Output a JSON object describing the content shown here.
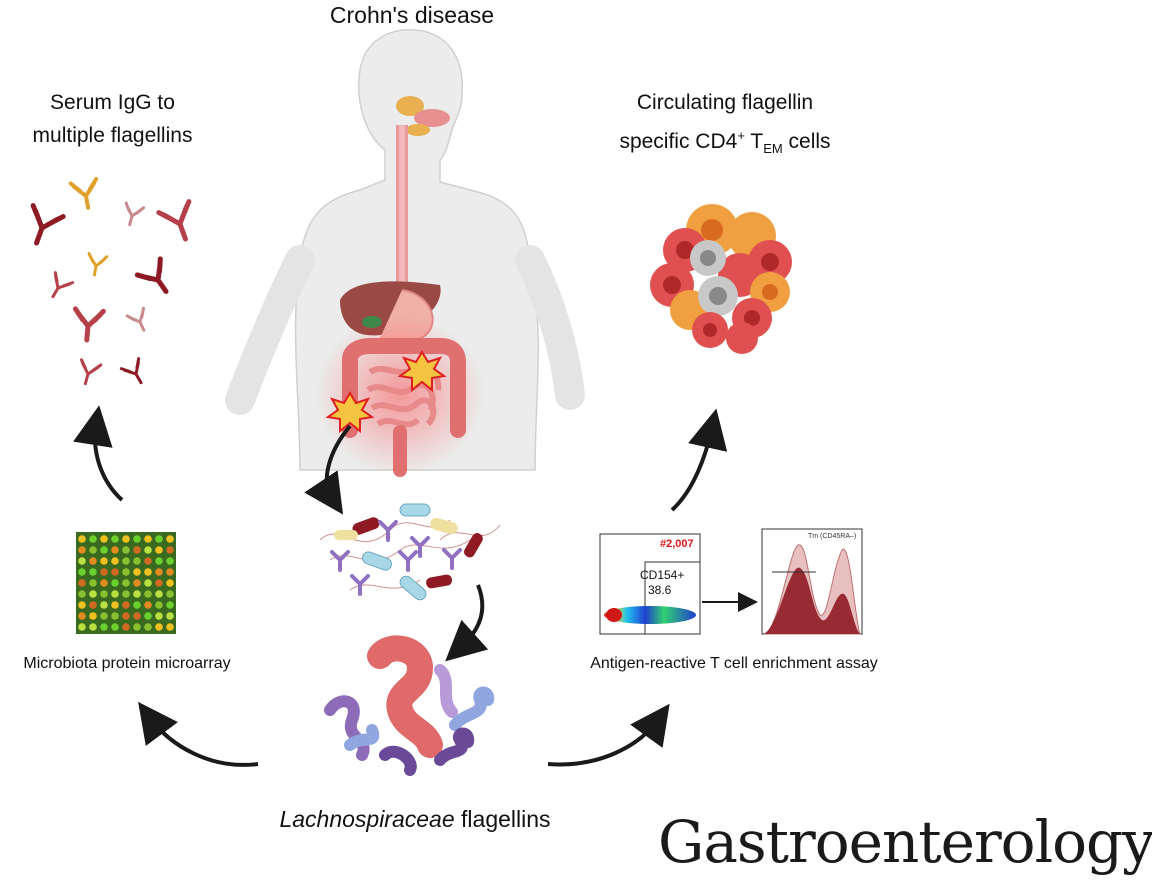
{
  "title": "Crohn's disease",
  "left_panel": {
    "heading_line1": "Serum IgG to",
    "heading_line2": "multiple flagellins",
    "method_label": "Microbiota protein microarray"
  },
  "right_panel": {
    "heading_line1": "Circulating flagellin",
    "heading_line2_prefix": "specific CD4",
    "heading_line2_sup": "+",
    "heading_line2_mid": " T",
    "heading_line2_sub": "EM",
    "heading_line2_suffix": " cells",
    "method_label": "Antigen-reactive T cell enrichment assay",
    "flow_plot": {
      "event_count": "#2,007",
      "gate_name": "CD154+",
      "gate_value": "38.6"
    },
    "histogram_gate": "Tm (CD45RA–)"
  },
  "bottom": {
    "flagellin_italic": "Lachnospiraceae",
    "flagellin_rest": " flagellins"
  },
  "journal": "Gastroenterology",
  "colors": {
    "antibody_dark": "#8e1a24",
    "antibody_mid": "#b6404a",
    "antibody_light": "#c98a8e",
    "antibody_gold": "#e0a12a",
    "cell_red": "#e05050",
    "cell_orange": "#f0a040",
    "cell_grey": "#b8b8b8",
    "inflammation": "#f5c542",
    "flagellin_red": "#e06a6a",
    "flagellin_purple": "#8e6bb8",
    "flagellin_blue": "#8fa6e0"
  }
}
